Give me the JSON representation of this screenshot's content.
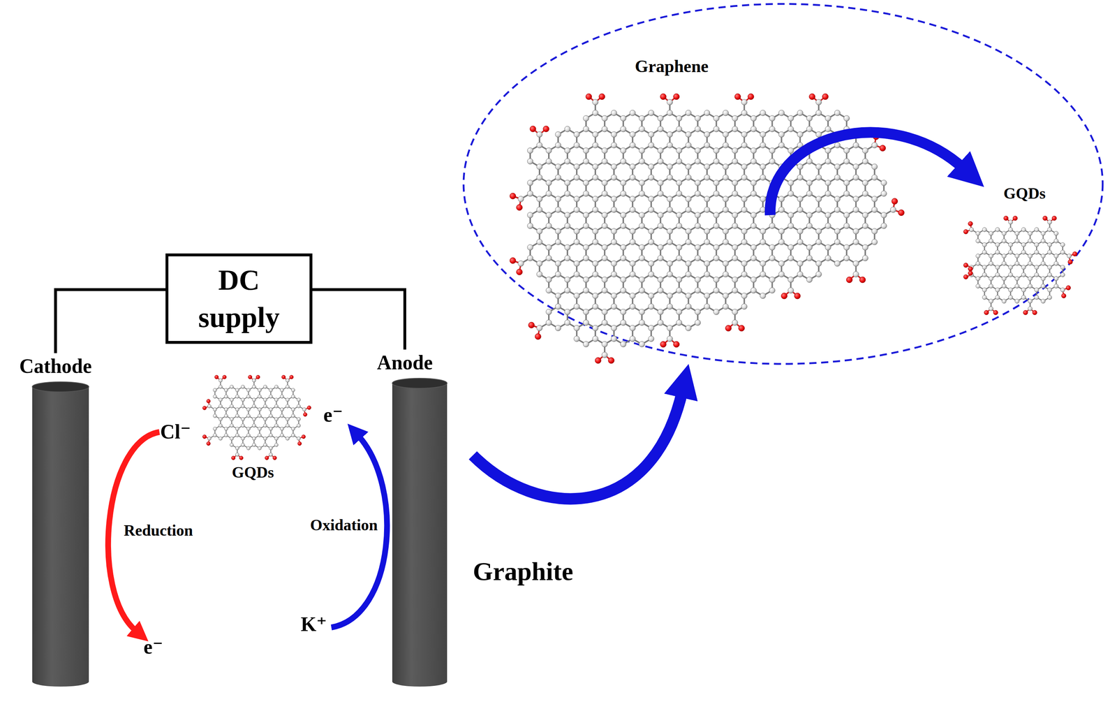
{
  "diagram": {
    "nodes": [
      {
        "text": [
          "DC supply"
        ]
      },
      {
        "text": [
          "Cathode"
        ]
      },
      {
        "text": [
          "Anode"
        ]
      }
    ],
    "edges": [
      {
        "from": 0,
        "to": 1,
        "arrow": "none"
      },
      {
        "from": 0,
        "to": 2,
        "arrow": "none"
      }
    ],
    "labels": [
      "Graphene",
      "GQDs",
      "Cl⁻",
      "GQDs",
      "e⁻",
      "Reduction",
      "Oxidation",
      "K⁺",
      "e⁻",
      "Graphite"
    ]
  }
}
